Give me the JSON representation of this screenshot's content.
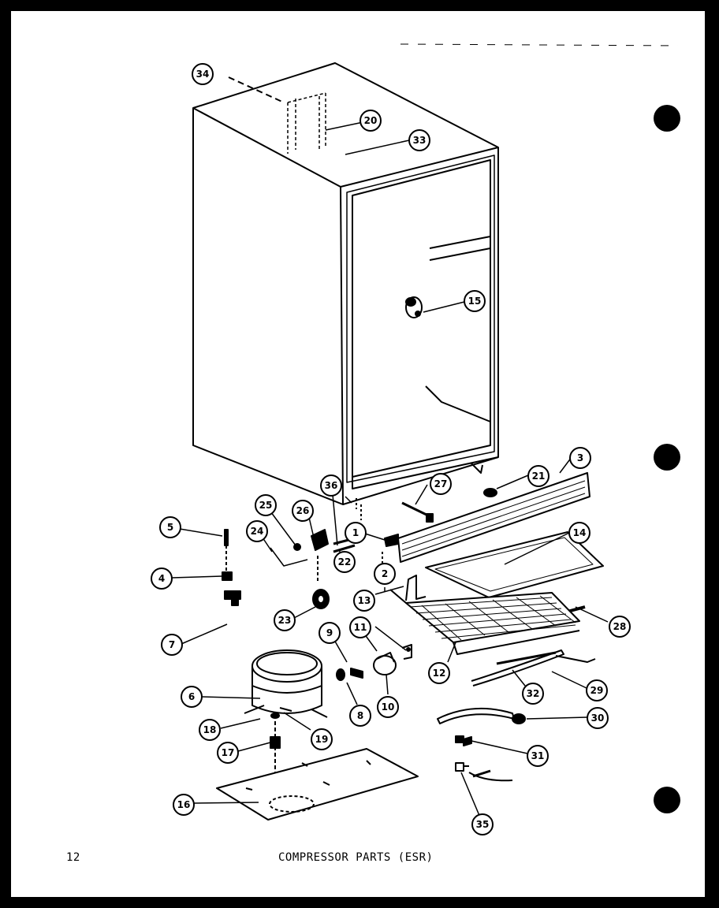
{
  "footer": {
    "page_number": "12",
    "title": "COMPRESSOR PARTS (ESR)"
  },
  "callouts": [
    "1",
    "2",
    "3",
    "4",
    "5",
    "6",
    "7",
    "8",
    "9",
    "10",
    "11",
    "12",
    "13",
    "14",
    "15",
    "16",
    "17",
    "18",
    "19",
    "20",
    "21",
    "22",
    "23",
    "24",
    "25",
    "26",
    "27",
    "28",
    "29",
    "30",
    "31",
    "32",
    "33",
    "34",
    "35",
    "36"
  ]
}
